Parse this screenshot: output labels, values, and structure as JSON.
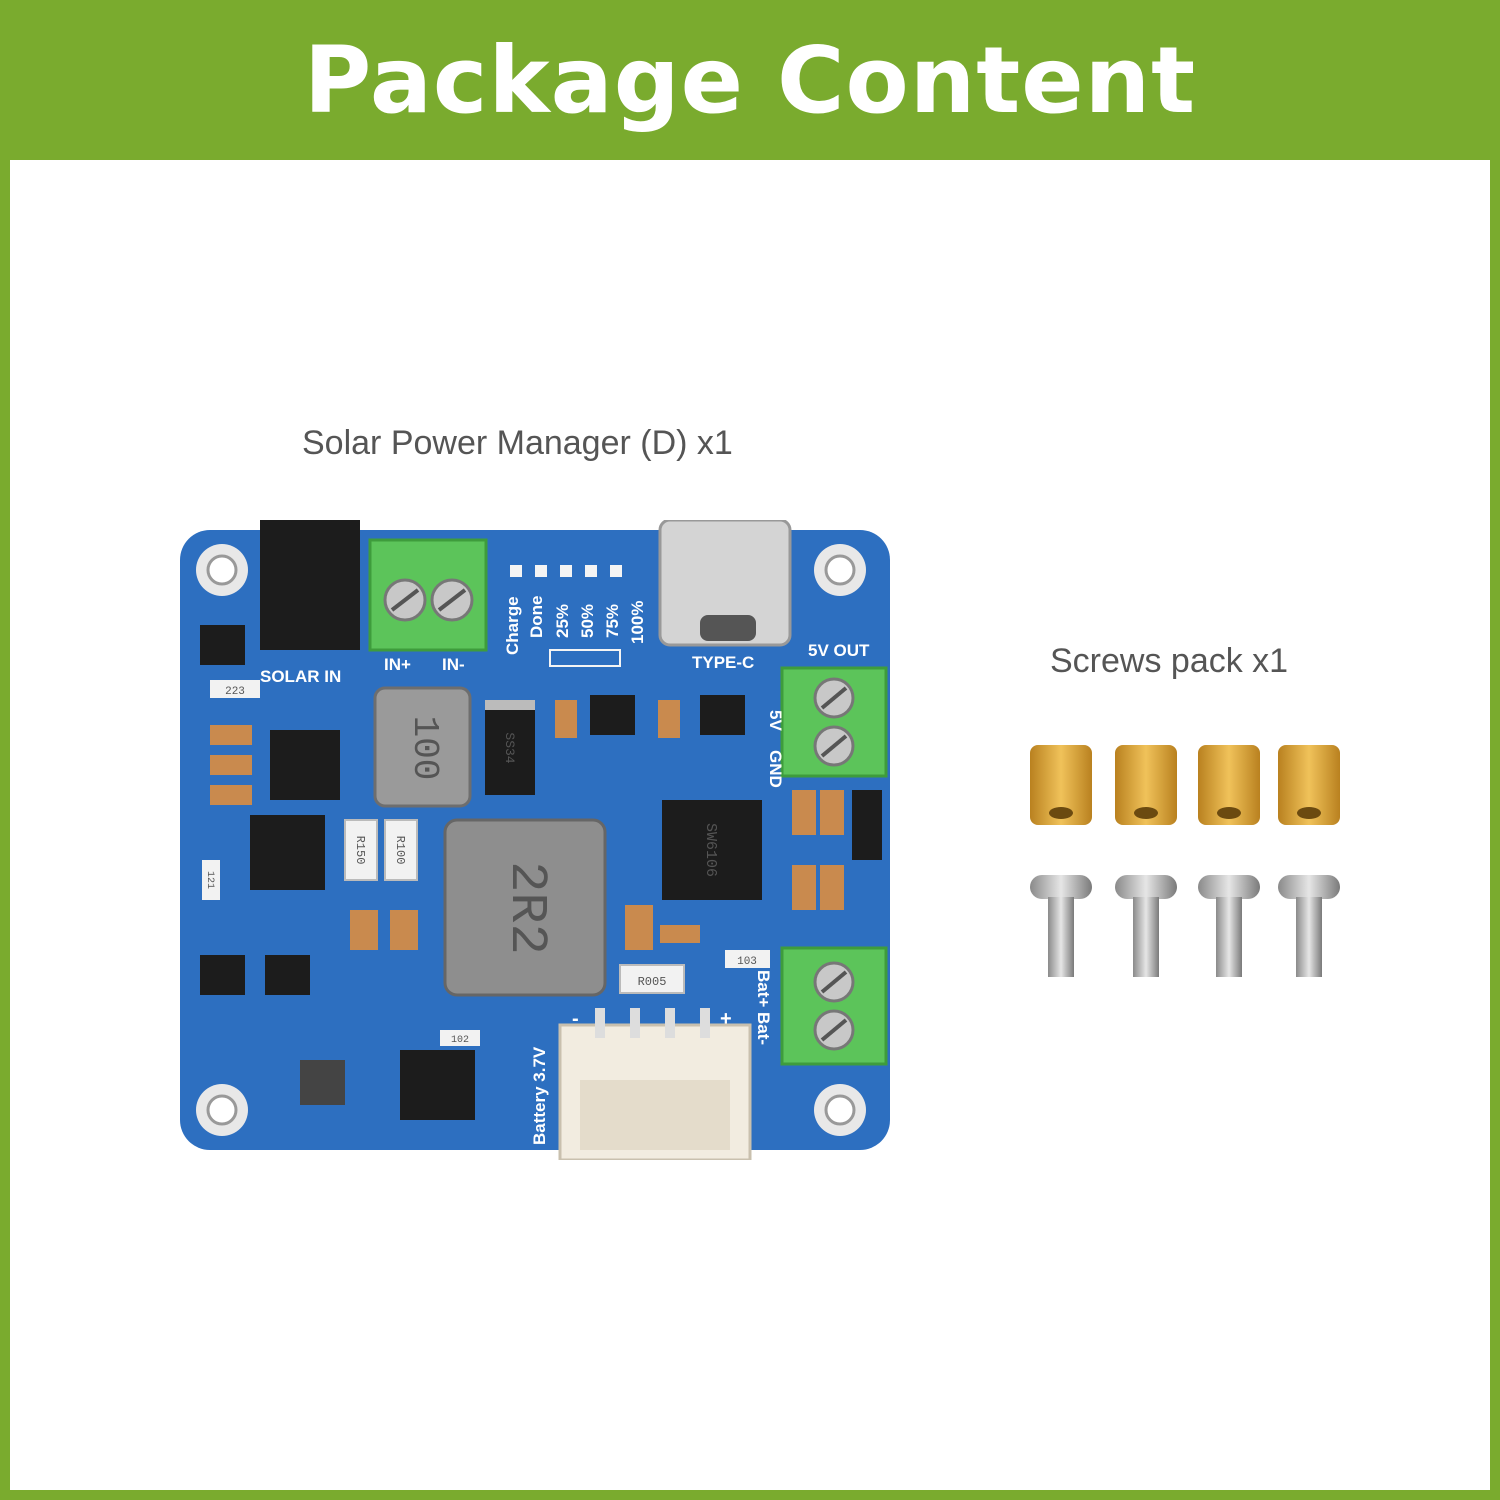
{
  "header": {
    "title": "Package Content"
  },
  "items": [
    {
      "label": "Solar Power Manager (D) x1"
    },
    {
      "label": "Screws pack x1"
    }
  ],
  "board": {
    "silkscreen": {
      "solar_in": "SOLAR IN",
      "in_plus": "IN+",
      "in_minus": "IN-",
      "charge": "Charge",
      "done": "Done",
      "p25": "25%",
      "p50": "50%",
      "p75": "75%",
      "p100": "100%",
      "type_c": "TYPE-C",
      "out5v": "5V OUT",
      "v5": "5V",
      "gnd": "GND",
      "battery": "Battery 3.7V",
      "bat_minus": "Bat-",
      "bat_plus": "Bat+",
      "minus": "-",
      "plus": "+"
    },
    "chips": {
      "inductor_small": "100",
      "inductor_large": "2R2",
      "diode": "SS34",
      "r150": "R150",
      "r100": "R100",
      "r005": "R005",
      "ic_main": "SW6106",
      "r223": "223",
      "r103": "103",
      "r121": "121",
      "r102": "102"
    }
  },
  "colors": {
    "header_green": "#7aab2e",
    "pcb_blue": "#2d6fc0",
    "terminal_green": "#5cc45a",
    "brass": "#d9a23a"
  },
  "icons": [
    "pcb-board-illustration",
    "brass-standoff-icon",
    "screw-icon"
  ]
}
